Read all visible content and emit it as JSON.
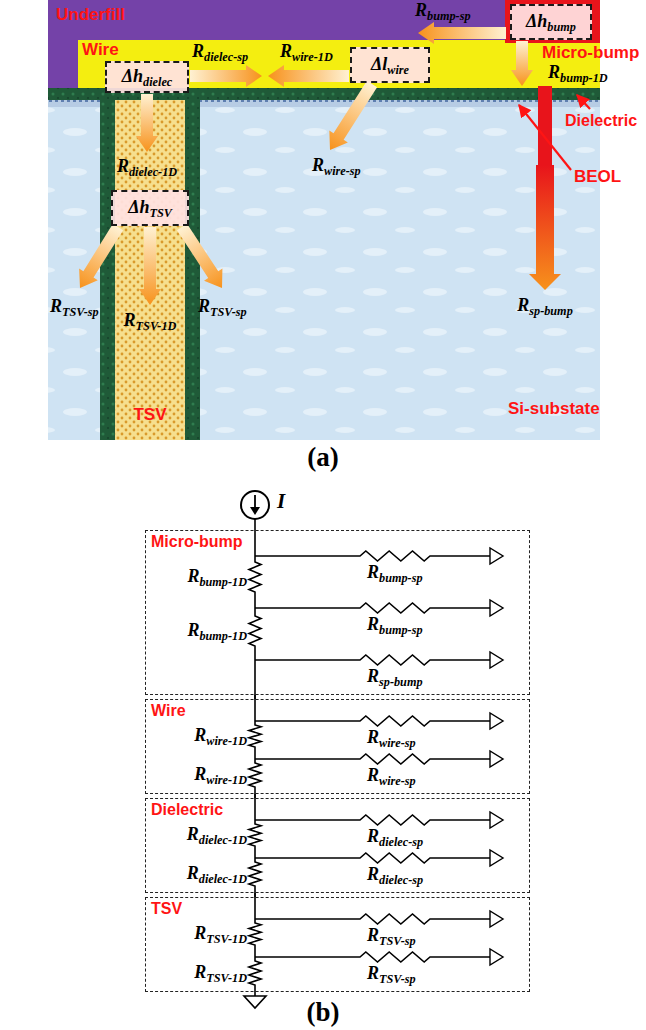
{
  "diagram": {
    "nodes": [
      {
        "text": [
          "Δhbump"
        ]
      },
      {
        "text": [
          "Δlwire"
        ]
      },
      {
        "text": [
          "Δhdielec"
        ]
      },
      {
        "text": [
          "ΔhTSV"
        ]
      },
      {
        "text": [
          "Micro-bump"
        ]
      },
      {
        "text": [
          "Wire"
        ]
      },
      {
        "text": [
          "Dielectric"
        ]
      },
      {
        "text": [
          "TSV"
        ]
      }
    ],
    "edges": [
      {
        "from": 4,
        "to": 5,
        "arrow": "none"
      },
      {
        "from": 5,
        "to": 6,
        "arrow": "none"
      },
      {
        "from": 6,
        "to": 7,
        "arrow": "none"
      }
    ],
    "labels": [
      "Underfill",
      "Micro-bump",
      "Wire",
      "Dielectric",
      "BEOL",
      "TSV",
      "Si-substate",
      "Rbump-sp",
      "Rbump-1D",
      "Rwire-1D",
      "Rdielec-sp",
      "Rwire-sp",
      "Rsp-bump",
      "Rdielec-1D",
      "RTSV-sp",
      "RTSV-1D",
      "RTSV-sp",
      "(a)",
      "I",
      "Rbump-sp",
      "Rbump-1D",
      "Rbump-sp",
      "Rbump-1D",
      "Rsp-bump",
      "Rwire-sp",
      "Rwire-1D",
      "Rwire-sp",
      "Rwire-1D",
      "Rdielec-sp",
      "Rdielec-1D",
      "Rdielec-sp",
      "Rdielec-1D",
      "RTSV-sp",
      "RTSV-1D",
      "RTSV-sp",
      "RTSV-1D",
      "(b)"
    ]
  }
}
